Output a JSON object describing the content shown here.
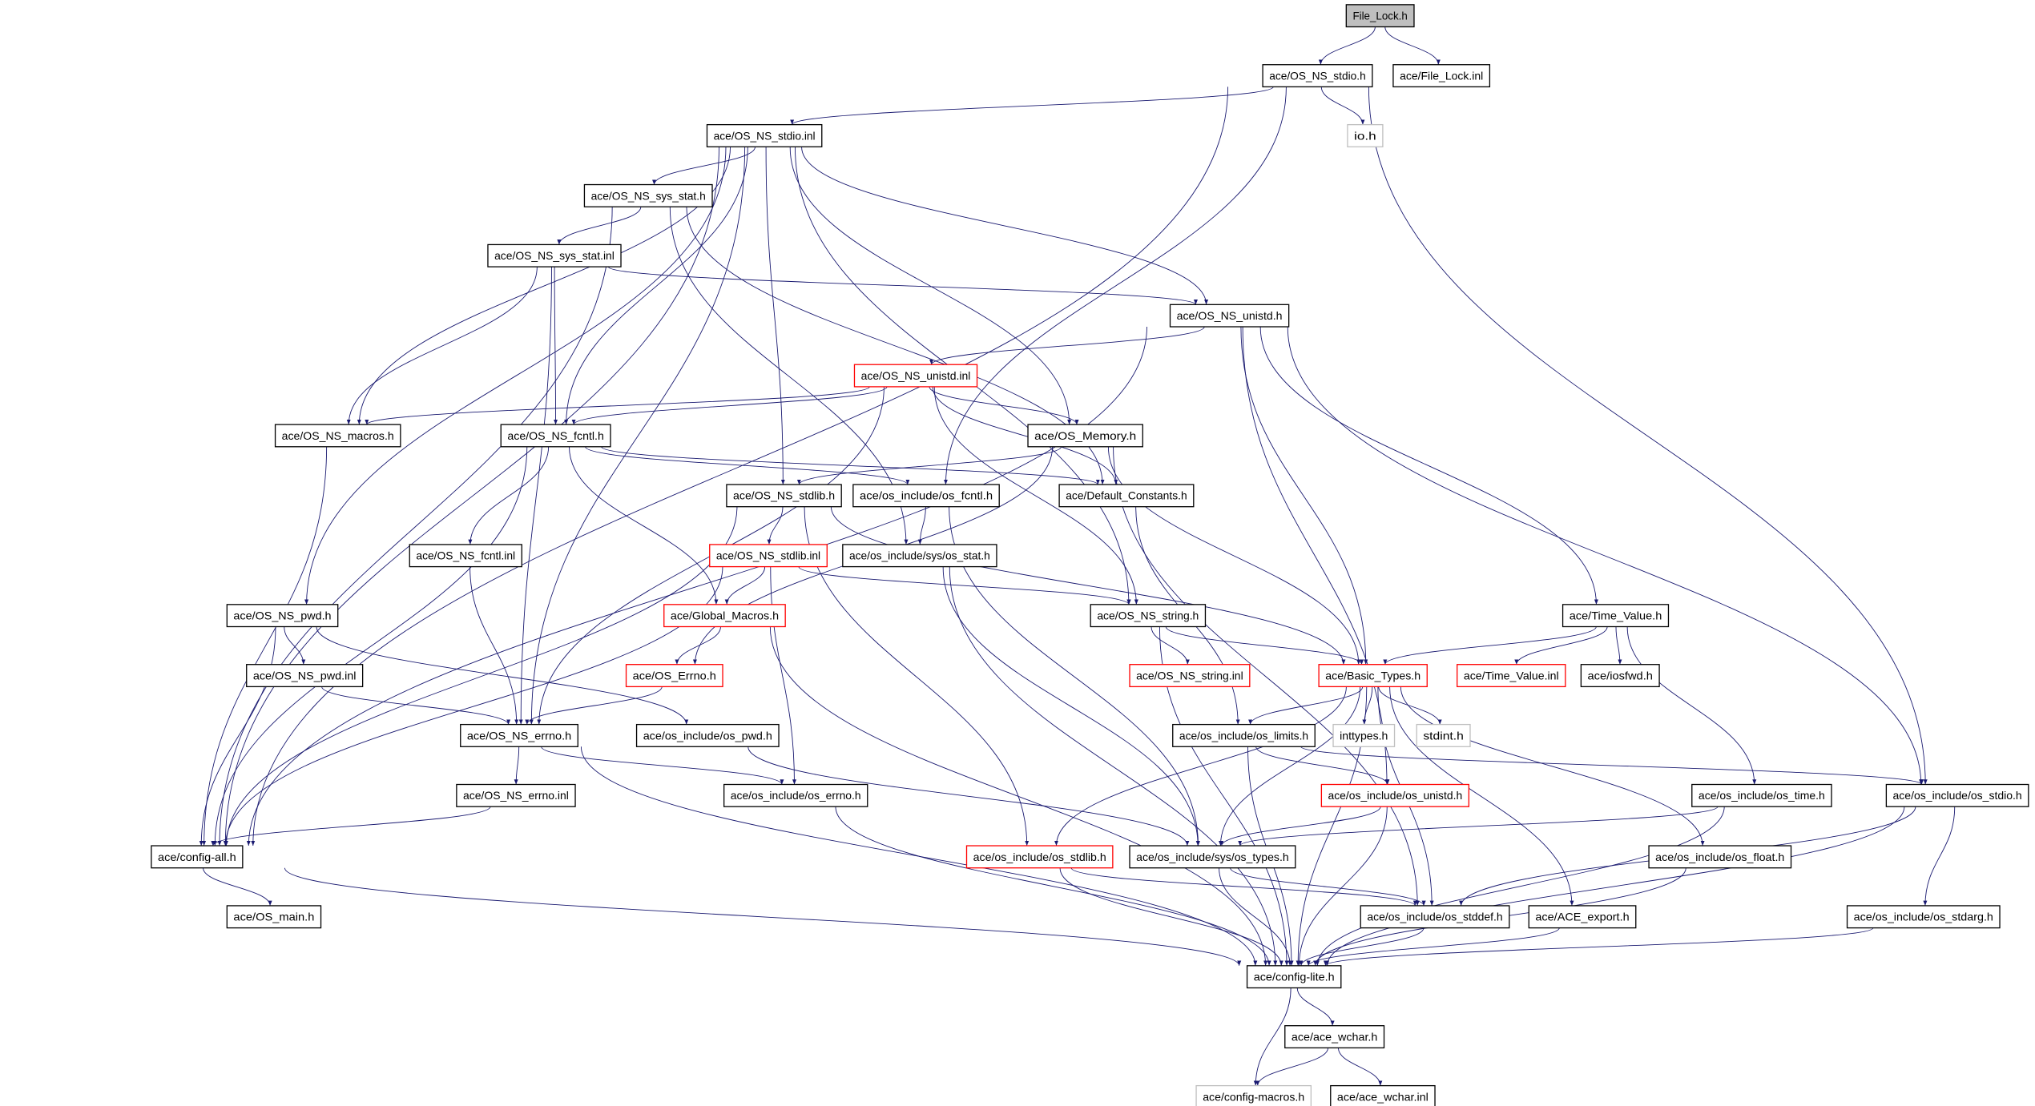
{
  "title": "File_Lock.h",
  "colors": {
    "edge": "#191970",
    "normal_border": "#000000",
    "incomplete_border": "#ff0000",
    "external_border": "#bfbfbf",
    "root_fill": "#bfbfbf"
  },
  "nodes": [
    {
      "label": "File_Lock.h",
      "kind": "root"
    },
    {
      "label": "ace/OS_NS_stdio.h",
      "kind": "normal"
    },
    {
      "label": "ace/File_Lock.inl",
      "kind": "normal"
    },
    {
      "label": "io.h",
      "kind": "ext"
    },
    {
      "label": "ace/OS_NS_stdio.inl",
      "kind": "normal"
    },
    {
      "label": "ace/OS_NS_sys_stat.h",
      "kind": "normal"
    },
    {
      "label": "ace/OS_NS_sys_stat.inl",
      "kind": "normal"
    },
    {
      "label": "ace/OS_NS_unistd.h",
      "kind": "normal"
    },
    {
      "label": "ace/OS_NS_unistd.inl",
      "kind": "red"
    },
    {
      "label": "ace/OS_NS_macros.h",
      "kind": "normal"
    },
    {
      "label": "ace/OS_NS_fcntl.h",
      "kind": "normal"
    },
    {
      "label": "ace/OS_Memory.h",
      "kind": "normal"
    },
    {
      "label": "ace/OS_NS_stdlib.h",
      "kind": "normal"
    },
    {
      "label": "ace/os_include/os_fcntl.h",
      "kind": "normal"
    },
    {
      "label": "ace/Default_Constants.h",
      "kind": "normal"
    },
    {
      "label": "ace/OS_NS_fcntl.inl",
      "kind": "normal"
    },
    {
      "label": "ace/OS_NS_stdlib.inl",
      "kind": "red"
    },
    {
      "label": "ace/os_include/sys/os_stat.h",
      "kind": "normal"
    },
    {
      "label": "ace/OS_NS_pwd.h",
      "kind": "normal"
    },
    {
      "label": "ace/Global_Macros.h",
      "kind": "red"
    },
    {
      "label": "ace/OS_NS_string.h",
      "kind": "normal"
    },
    {
      "label": "ace/Time_Value.h",
      "kind": "normal"
    },
    {
      "label": "ace/OS_NS_pwd.inl",
      "kind": "normal"
    },
    {
      "label": "ace/OS_Errno.h",
      "kind": "red"
    },
    {
      "label": "ace/OS_NS_string.inl",
      "kind": "red"
    },
    {
      "label": "ace/Basic_Types.h",
      "kind": "red"
    },
    {
      "label": "ace/Time_Value.inl",
      "kind": "red"
    },
    {
      "label": "ace/iosfwd.h",
      "kind": "normal"
    },
    {
      "label": "ace/OS_NS_errno.h",
      "kind": "normal"
    },
    {
      "label": "ace/os_include/os_pwd.h",
      "kind": "normal"
    },
    {
      "label": "ace/os_include/os_limits.h",
      "kind": "normal"
    },
    {
      "label": "inttypes.h",
      "kind": "ext"
    },
    {
      "label": "stdint.h",
      "kind": "ext"
    },
    {
      "label": "ace/OS_NS_errno.inl",
      "kind": "normal"
    },
    {
      "label": "ace/os_include/os_errno.h",
      "kind": "normal"
    },
    {
      "label": "ace/os_include/os_unistd.h",
      "kind": "red"
    },
    {
      "label": "ace/os_include/os_time.h",
      "kind": "normal"
    },
    {
      "label": "ace/os_include/os_stdio.h",
      "kind": "normal"
    },
    {
      "label": "ace/config-all.h",
      "kind": "normal"
    },
    {
      "label": "ace/os_include/os_stdlib.h",
      "kind": "red"
    },
    {
      "label": "ace/os_include/sys/os_types.h",
      "kind": "normal"
    },
    {
      "label": "ace/os_include/os_float.h",
      "kind": "normal"
    },
    {
      "label": "ace/OS_main.h",
      "kind": "normal"
    },
    {
      "label": "ace/os_include/os_stddef.h",
      "kind": "normal"
    },
    {
      "label": "ace/ACE_export.h",
      "kind": "normal"
    },
    {
      "label": "ace/os_include/os_stdarg.h",
      "kind": "normal"
    },
    {
      "label": "ace/config-lite.h",
      "kind": "normal"
    },
    {
      "label": "ace/ace_wchar.h",
      "kind": "normal"
    },
    {
      "label": "ace/config-macros.h",
      "kind": "ext"
    },
    {
      "label": "ace/ace_wchar.inl",
      "kind": "normal"
    }
  ],
  "edges": [
    [
      "File_Lock.h",
      "ace/OS_NS_stdio.h"
    ],
    [
      "File_Lock.h",
      "ace/File_Lock.inl"
    ],
    [
      "ace/OS_NS_stdio.h",
      "io.h"
    ],
    [
      "ace/OS_NS_stdio.h",
      "ace/OS_NS_stdio.inl"
    ],
    [
      "ace/OS_NS_stdio.h",
      "ace/config-all.h"
    ],
    [
      "ace/OS_NS_stdio.h",
      "ace/os_include/os_stdio.h"
    ],
    [
      "ace/OS_NS_stdio.h",
      "ace/os_include/os_fcntl.h"
    ],
    [
      "ace/OS_NS_stdio.inl",
      "ace/OS_NS_sys_stat.h"
    ],
    [
      "ace/OS_NS_stdio.inl",
      "ace/OS_NS_unistd.h"
    ],
    [
      "ace/OS_NS_stdio.inl",
      "ace/OS_Memory.h"
    ],
    [
      "ace/OS_NS_stdio.inl",
      "ace/OS_NS_stdlib.h"
    ],
    [
      "ace/OS_NS_stdio.inl",
      "ace/OS_NS_fcntl.h"
    ],
    [
      "ace/OS_NS_stdio.inl",
      "ace/OS_NS_macros.h"
    ],
    [
      "ace/OS_NS_stdio.inl",
      "ace/OS_NS_pwd.h"
    ],
    [
      "ace/OS_NS_stdio.inl",
      "ace/OS_NS_errno.h"
    ],
    [
      "ace/OS_NS_stdio.inl",
      "ace/OS_NS_string.h"
    ],
    [
      "ace/OS_NS_stdio.inl",
      "ace/config-all.h"
    ],
    [
      "ace/OS_NS_sys_stat.h",
      "ace/OS_NS_sys_stat.inl"
    ],
    [
      "ace/OS_NS_sys_stat.h",
      "ace/config-all.h"
    ],
    [
      "ace/OS_NS_sys_stat.h",
      "ace/os_include/sys/os_stat.h"
    ],
    [
      "ace/OS_NS_sys_stat.h",
      "ace/Default_Constants.h"
    ],
    [
      "ace/OS_NS_sys_stat.inl",
      "ace/OS_NS_fcntl.h"
    ],
    [
      "ace/OS_NS_sys_stat.inl",
      "ace/OS_NS_macros.h"
    ],
    [
      "ace/OS_NS_sys_stat.inl",
      "ace/OS_NS_errno.h"
    ],
    [
      "ace/OS_NS_sys_stat.inl",
      "ace/OS_NS_unistd.h"
    ],
    [
      "ace/OS_NS_unistd.h",
      "ace/OS_NS_unistd.inl"
    ],
    [
      "ace/OS_NS_unistd.h",
      "ace/Basic_Types.h"
    ],
    [
      "ace/OS_NS_unistd.h",
      "ace/Time_Value.h"
    ],
    [
      "ace/OS_NS_unistd.h",
      "ace/os_include/os_unistd.h"
    ],
    [
      "ace/OS_NS_unistd.h",
      "ace/os_include/os_stdio.h"
    ],
    [
      "ace/OS_NS_unistd.h",
      "ace/config-all.h"
    ],
    [
      "ace/OS_NS_unistd.inl",
      "ace/OS_NS_fcntl.h"
    ],
    [
      "ace/OS_NS_unistd.inl",
      "ace/OS_NS_macros.h"
    ],
    [
      "ace/OS_NS_unistd.inl",
      "ace/OS_Memory.h"
    ],
    [
      "ace/OS_NS_unistd.inl",
      "ace/Default_Constants.h"
    ],
    [
      "ace/OS_NS_unistd.inl",
      "ace/OS_NS_string.h"
    ],
    [
      "ace/OS_NS_unistd.inl",
      "ace/OS_NS_errno.h"
    ],
    [
      "ace/OS_Memory.h",
      "ace/OS_NS_stdlib.h"
    ],
    [
      "ace/OS_Memory.h",
      "ace/Basic_Types.h"
    ],
    [
      "ace/OS_Memory.h",
      "ace/OS_Errno.h"
    ],
    [
      "ace/OS_Memory.h",
      "ace/os_include/os_stddef.h"
    ],
    [
      "ace/OS_NS_fcntl.h",
      "ace/OS_NS_fcntl.inl"
    ],
    [
      "ace/OS_NS_fcntl.h",
      "ace/Global_Macros.h"
    ],
    [
      "ace/OS_NS_fcntl.h",
      "ace/os_include/os_fcntl.h"
    ],
    [
      "ace/OS_NS_fcntl.h",
      "ace/Default_Constants.h"
    ],
    [
      "ace/OS_NS_fcntl.h",
      "ace/config-all.h"
    ],
    [
      "ace/OS_NS_macros.h",
      "ace/config-all.h"
    ],
    [
      "ace/OS_NS_stdlib.h",
      "ace/OS_NS_stdlib.inl"
    ],
    [
      "ace/OS_NS_stdlib.h",
      "ace/config-all.h"
    ],
    [
      "ace/OS_NS_stdlib.h",
      "ace/Basic_Types.h"
    ],
    [
      "ace/OS_NS_stdlib.h",
      "ace/os_include/os_stdlib.h"
    ],
    [
      "ace/os_include/os_fcntl.h",
      "ace/os_include/sys/os_stat.h"
    ],
    [
      "ace/os_include/os_fcntl.h",
      "ace/os_include/sys/os_types.h"
    ],
    [
      "ace/Default_Constants.h",
      "ace/os_include/os_limits.h"
    ],
    [
      "ace/OS_NS_fcntl.inl",
      "ace/OS_NS_errno.h"
    ],
    [
      "ace/OS_NS_stdlib.inl",
      "ace/Global_Macros.h"
    ],
    [
      "ace/OS_NS_stdlib.inl",
      "ace/OS_NS_string.h"
    ],
    [
      "ace/OS_NS_stdlib.inl",
      "ace/os_include/os_errno.h"
    ],
    [
      "ace/OS_NS_stdlib.inl",
      "ace/config-all.h"
    ],
    [
      "ace/os_include/sys/os_stat.h",
      "ace/os_include/sys/os_types.h"
    ],
    [
      "ace/os_include/sys/os_stat.h",
      "ace/config-lite.h"
    ],
    [
      "ace/OS_NS_pwd.h",
      "ace/OS_NS_pwd.inl"
    ],
    [
      "ace/OS_NS_pwd.h",
      "ace/os_include/os_pwd.h"
    ],
    [
      "ace/OS_NS_pwd.h",
      "ace/config-all.h"
    ],
    [
      "ace/Global_Macros.h",
      "ace/OS_Errno.h"
    ],
    [
      "ace/Global_Macros.h",
      "ace/config-lite.h"
    ],
    [
      "ace/OS_NS_string.h",
      "ace/OS_NS_string.inl"
    ],
    [
      "ace/OS_NS_string.h",
      "ace/Basic_Types.h"
    ],
    [
      "ace/OS_NS_string.h",
      "ace/config-lite.h"
    ],
    [
      "ace/Time_Value.h",
      "ace/Basic_Types.h"
    ],
    [
      "ace/Time_Value.h",
      "ace/Time_Value.inl"
    ],
    [
      "ace/Time_Value.h",
      "ace/iosfwd.h"
    ],
    [
      "ace/Time_Value.h",
      "ace/os_include/os_time.h"
    ],
    [
      "ace/OS_NS_pwd.inl",
      "ace/OS_NS_errno.h"
    ],
    [
      "ace/OS_Errno.h",
      "ace/OS_NS_errno.h"
    ],
    [
      "ace/Basic_Types.h",
      "ace/os_include/os_limits.h"
    ],
    [
      "ace/Basic_Types.h",
      "inttypes.h"
    ],
    [
      "ace/Basic_Types.h",
      "stdint.h"
    ],
    [
      "ace/Basic_Types.h",
      "ace/os_include/sys/os_types.h"
    ],
    [
      "ace/Basic_Types.h",
      "ace/os_include/os_stdlib.h"
    ],
    [
      "ace/Basic_Types.h",
      "ace/os_include/os_stddef.h"
    ],
    [
      "ace/Basic_Types.h",
      "ace/ACE_export.h"
    ],
    [
      "ace/Basic_Types.h",
      "ace/os_include/os_float.h"
    ],
    [
      "ace/Basic_Types.h",
      "ace/config-lite.h"
    ],
    [
      "ace/OS_NS_errno.h",
      "ace/OS_NS_errno.inl"
    ],
    [
      "ace/OS_NS_errno.h",
      "ace/os_include/os_errno.h"
    ],
    [
      "ace/OS_NS_errno.h",
      "ace/config-lite.h"
    ],
    [
      "ace/os_include/os_pwd.h",
      "ace/os_include/sys/os_types.h"
    ],
    [
      "ace/os_include/os_limits.h",
      "ace/os_include/os_unistd.h"
    ],
    [
      "ace/os_include/os_limits.h",
      "ace/os_include/os_stdio.h"
    ],
    [
      "ace/os_include/os_limits.h",
      "ace/config-lite.h"
    ],
    [
      "ace/OS_NS_errno.inl",
      "ace/config-all.h"
    ],
    [
      "ace/os_include/os_errno.h",
      "ace/config-lite.h"
    ],
    [
      "ace/os_include/os_unistd.h",
      "ace/os_include/sys/os_types.h"
    ],
    [
      "ace/os_include/os_unistd.h",
      "ace/config-lite.h"
    ],
    [
      "ace/os_include/os_time.h",
      "ace/os_include/sys/os_types.h"
    ],
    [
      "ace/os_include/os_time.h",
      "ace/config-lite.h"
    ],
    [
      "ace/os_include/os_stdio.h",
      "ace/os_include/os_stdarg.h"
    ],
    [
      "ace/os_include/os_stdio.h",
      "ace/os_include/os_stddef.h"
    ],
    [
      "ace/os_include/os_stdio.h",
      "ace/config-lite.h"
    ],
    [
      "ace/config-all.h",
      "ace/OS_main.h"
    ],
    [
      "ace/config-all.h",
      "ace/config-lite.h"
    ],
    [
      "ace/os_include/os_stdlib.h",
      "ace/os_include/os_stddef.h"
    ],
    [
      "ace/os_include/os_stdlib.h",
      "ace/config-lite.h"
    ],
    [
      "ace/os_include/sys/os_types.h",
      "ace/os_include/os_stddef.h"
    ],
    [
      "ace/os_include/sys/os_types.h",
      "ace/config-lite.h"
    ],
    [
      "ace/os_include/os_float.h",
      "ace/config-lite.h"
    ],
    [
      "ace/os_include/os_stddef.h",
      "ace/config-lite.h"
    ],
    [
      "ace/ACE_export.h",
      "ace/config-lite.h"
    ],
    [
      "ace/os_include/os_stdarg.h",
      "ace/config-lite.h"
    ],
    [
      "ace/config-lite.h",
      "ace/ace_wchar.h"
    ],
    [
      "ace/config-lite.h",
      "ace/config-macros.h"
    ],
    [
      "ace/ace_wchar.h",
      "ace/config-macros.h"
    ],
    [
      "ace/ace_wchar.h",
      "ace/ace_wchar.inl"
    ]
  ]
}
